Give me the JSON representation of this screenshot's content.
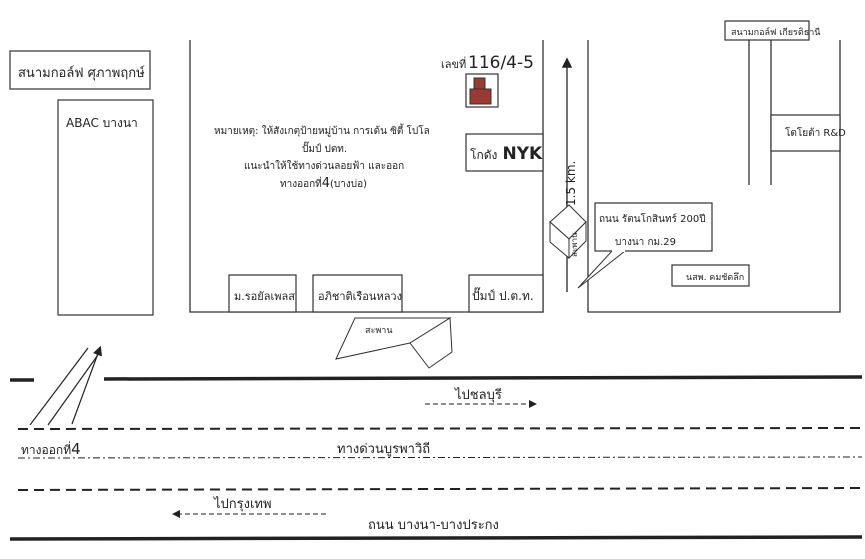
{
  "landmarks": {
    "golf_supapruek": "สนามกอล์ฟ ศุภาพฤกษ์",
    "abac": "ABAC บางนา",
    "address": "เลขที่",
    "address_number": "116/4-5",
    "nyk_prefix": "โกดัง",
    "nyk_name": "NYK",
    "royal_place": "ม.รอยัลเพลส",
    "apichart": "อภิชาติเรือนหลวง",
    "ptt_station": "ปั๊มป์ ป.ต.ท.",
    "golf_kiatthani": "สนามกอล์ฟ เกียรติธานี",
    "toyota": "โตโยต้า R&D",
    "school": "นสพ. คมชัดลึก",
    "bridge_main": "สะพาน",
    "bridge_side": "สะพาน"
  },
  "note": {
    "line1": "หมายเหตุ: ให้สังเกตุป้ายหมู่บ้าน การเด้น ซิตี้ โปโล",
    "line2": "ปั๊มป์ ปตท.",
    "line3": "แนะนำให้ใช้ทางด่วนลอยฟ้า และออก",
    "line4_prefix": "ทางออกที่",
    "line4_num": "4",
    "line4_suffix": "(บางบ่อ)"
  },
  "roads": {
    "distance": "1.5 km.",
    "rattanakosin_line1": "ถนน รัตนโกสินทร์ 200ปี",
    "rattanakosin_line2": "บางนา กม.29",
    "to_chonburi": "ไปชลบุรี",
    "expressway": "ทางด่วนบูรพาวิถี",
    "exit_prefix": "ทางออกที่",
    "exit_num": "4",
    "to_bangkok": "ไปกรุงเทพ",
    "bangna_road": "ถนน บางนา-บางประกง"
  },
  "colors": {
    "line": "#222222",
    "building": "#9b3a32"
  }
}
